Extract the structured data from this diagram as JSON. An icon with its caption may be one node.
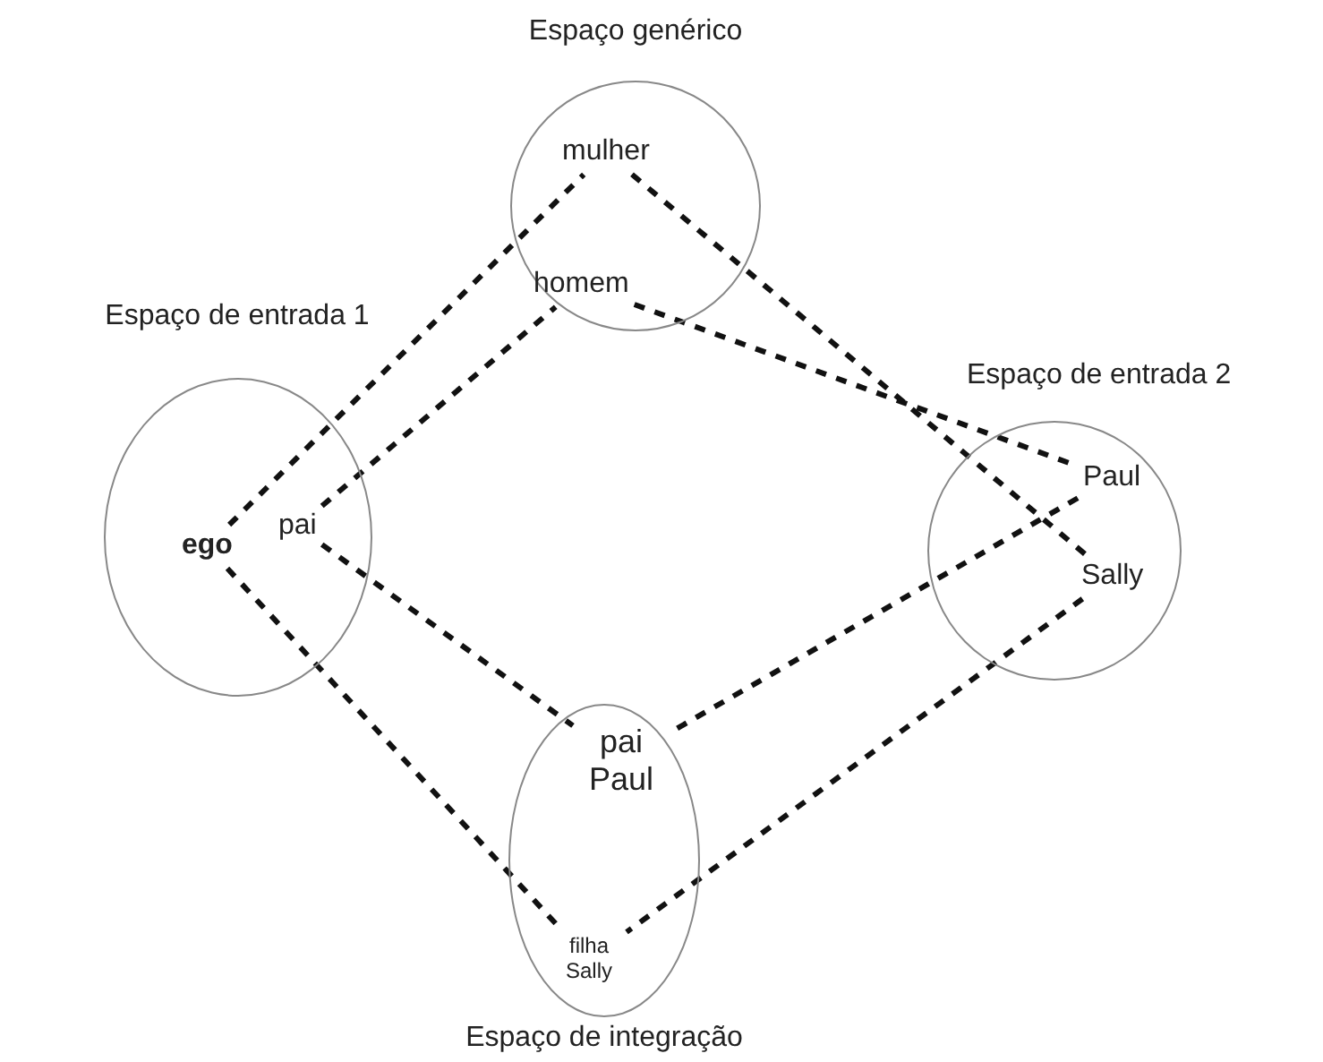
{
  "diagram": {
    "nodes": [
      {
        "text": [
          "Espaço genérico"
        ]
      },
      {
        "text": [
          "mulher"
        ],
        "in": 0
      },
      {
        "text": [
          "homem"
        ],
        "in": 0
      },
      {
        "text": [
          "Espaço de entrada 1"
        ]
      },
      {
        "text": [
          "ego"
        ],
        "in": 3
      },
      {
        "text": [
          "pai"
        ],
        "in": 3
      },
      {
        "text": [
          "Espaço de entrada 2"
        ]
      },
      {
        "text": [
          "Paul"
        ],
        "in": 6
      },
      {
        "text": [
          "Sally"
        ],
        "in": 6
      },
      {
        "text": [
          "Espaço de integração"
        ]
      },
      {
        "text": [
          "pai Paul"
        ],
        "in": 9
      },
      {
        "text": [
          "filha Sally"
        ],
        "in": 9
      }
    ],
    "edges": [
      {
        "from": 4,
        "to": 1,
        "arrow": "none",
        "style": "dashed"
      },
      {
        "from": 5,
        "to": 2,
        "arrow": "none",
        "style": "dashed"
      },
      {
        "from": 1,
        "to": 8,
        "arrow": "none",
        "style": "dashed"
      },
      {
        "from": 2,
        "to": 7,
        "arrow": "none",
        "style": "dashed"
      },
      {
        "from": 5,
        "to": 10,
        "arrow": "none",
        "style": "dashed"
      },
      {
        "from": 4,
        "to": 11,
        "arrow": "none",
        "style": "dashed"
      },
      {
        "from": 7,
        "to": 10,
        "arrow": "none",
        "style": "dashed"
      },
      {
        "from": 8,
        "to": 11,
        "arrow": "none",
        "style": "dashed"
      }
    ]
  }
}
